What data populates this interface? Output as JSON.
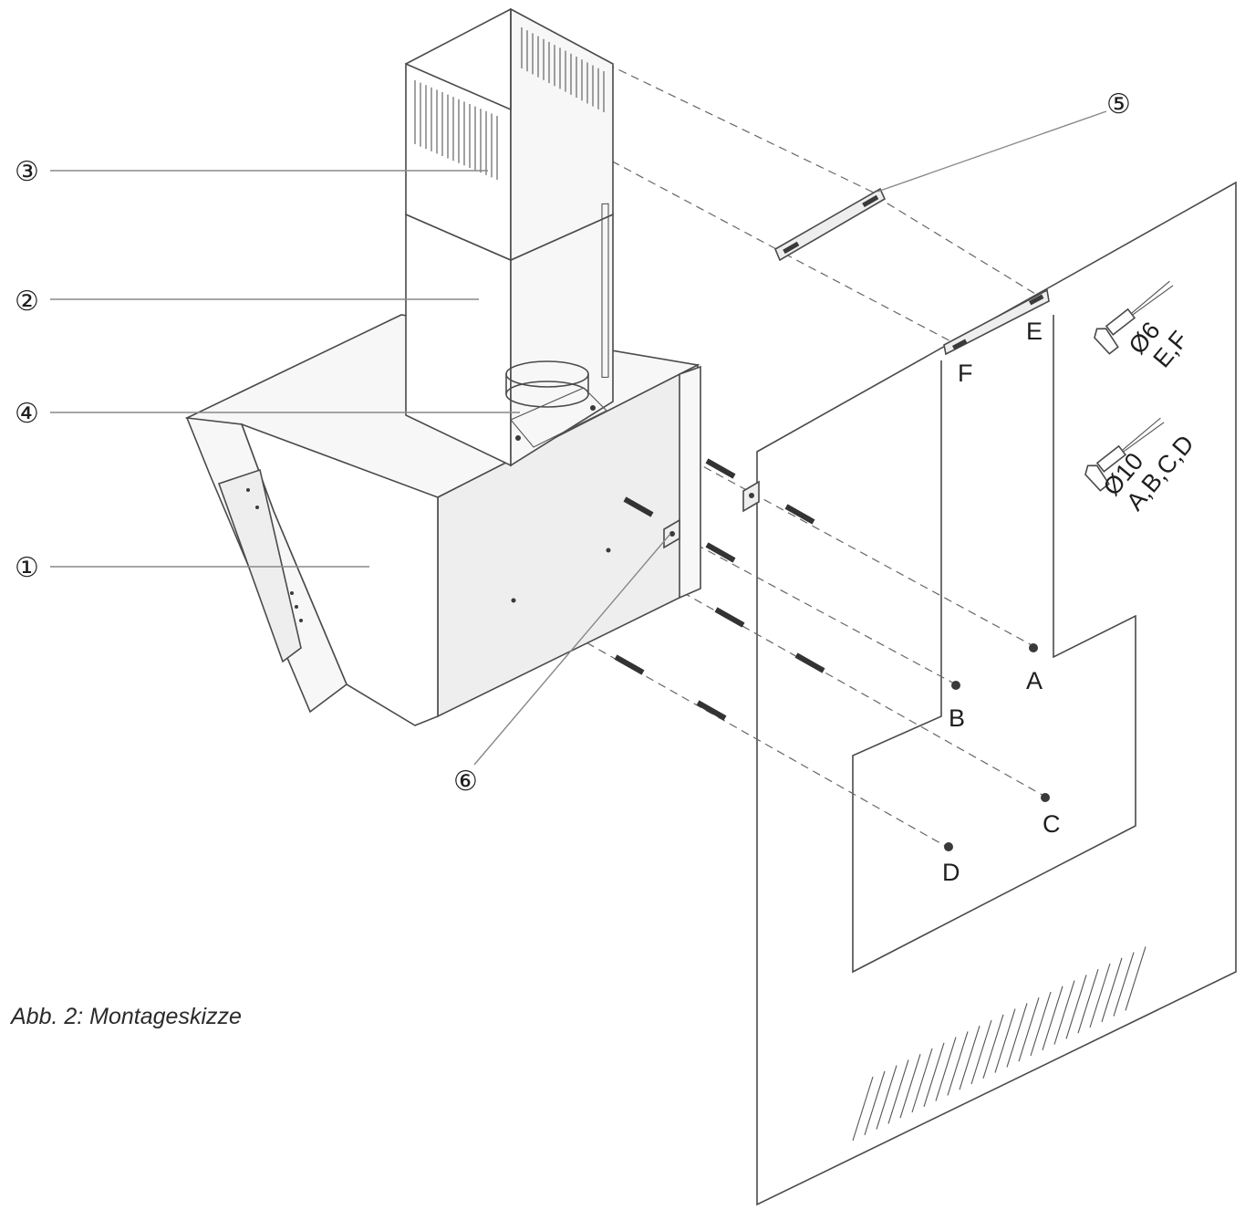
{
  "caption": "Abb. 2: Montageskizze",
  "part_labels": [
    "①",
    "②",
    "③",
    "④",
    "⑤",
    "⑥"
  ],
  "hole_labels": [
    "A",
    "B",
    "C",
    "D",
    "E",
    "F"
  ],
  "drill_specs": [
    {
      "diameter": "Ø6",
      "holes": "E,F"
    },
    {
      "diameter": "Ø10",
      "holes": "A,B,C,D"
    }
  ]
}
